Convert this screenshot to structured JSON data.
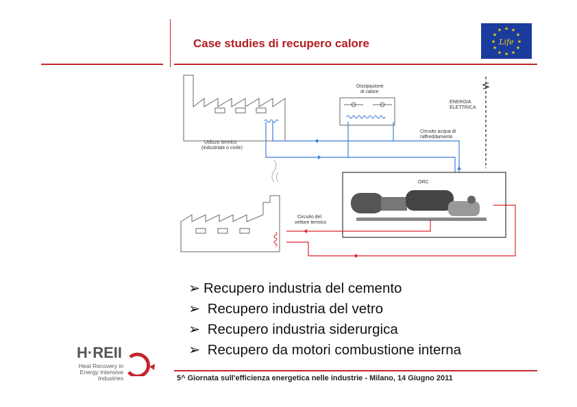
{
  "header": {
    "title": "Case studies di recupero calore"
  },
  "eu_logo": {
    "text": "Life"
  },
  "diagram": {
    "labels": {
      "dissipazione": [
        "Dissipazione",
        "di calore"
      ],
      "energia": [
        "ENERGIA",
        "ELETTRICA"
      ],
      "circuito_acqua": [
        "Circuito acqua di",
        "raffreddamento"
      ],
      "utilizzo": [
        "Utilizzo termico",
        "(industriale o civile)"
      ],
      "orc": "ORC",
      "circuito_vettore": [
        "Circuito del",
        "vettore termico"
      ]
    }
  },
  "bullets": {
    "marker": "➢",
    "items": [
      "Recupero industria del cemento",
      " Recupero industria del vetro",
      " Recupero industria siderurgica",
      " Recupero da motori combustione interna"
    ]
  },
  "footer": {
    "text": "5^ Giornata sull'efficienza energetica nelle industrie - Milano, 14 Giugno 2011"
  },
  "logo": {
    "name": "H·REII",
    "subtitle": [
      "Heat Recovery in",
      "Energy Intensive Industries"
    ]
  },
  "colors": {
    "accent_red": "#c0272d",
    "title_red": "#b31b1f",
    "water_blue": "#3a7bd5",
    "thermal_red": "#d9262c",
    "eu_blue": "#1a3c9c",
    "eu_yellow": "#f5d10a"
  }
}
